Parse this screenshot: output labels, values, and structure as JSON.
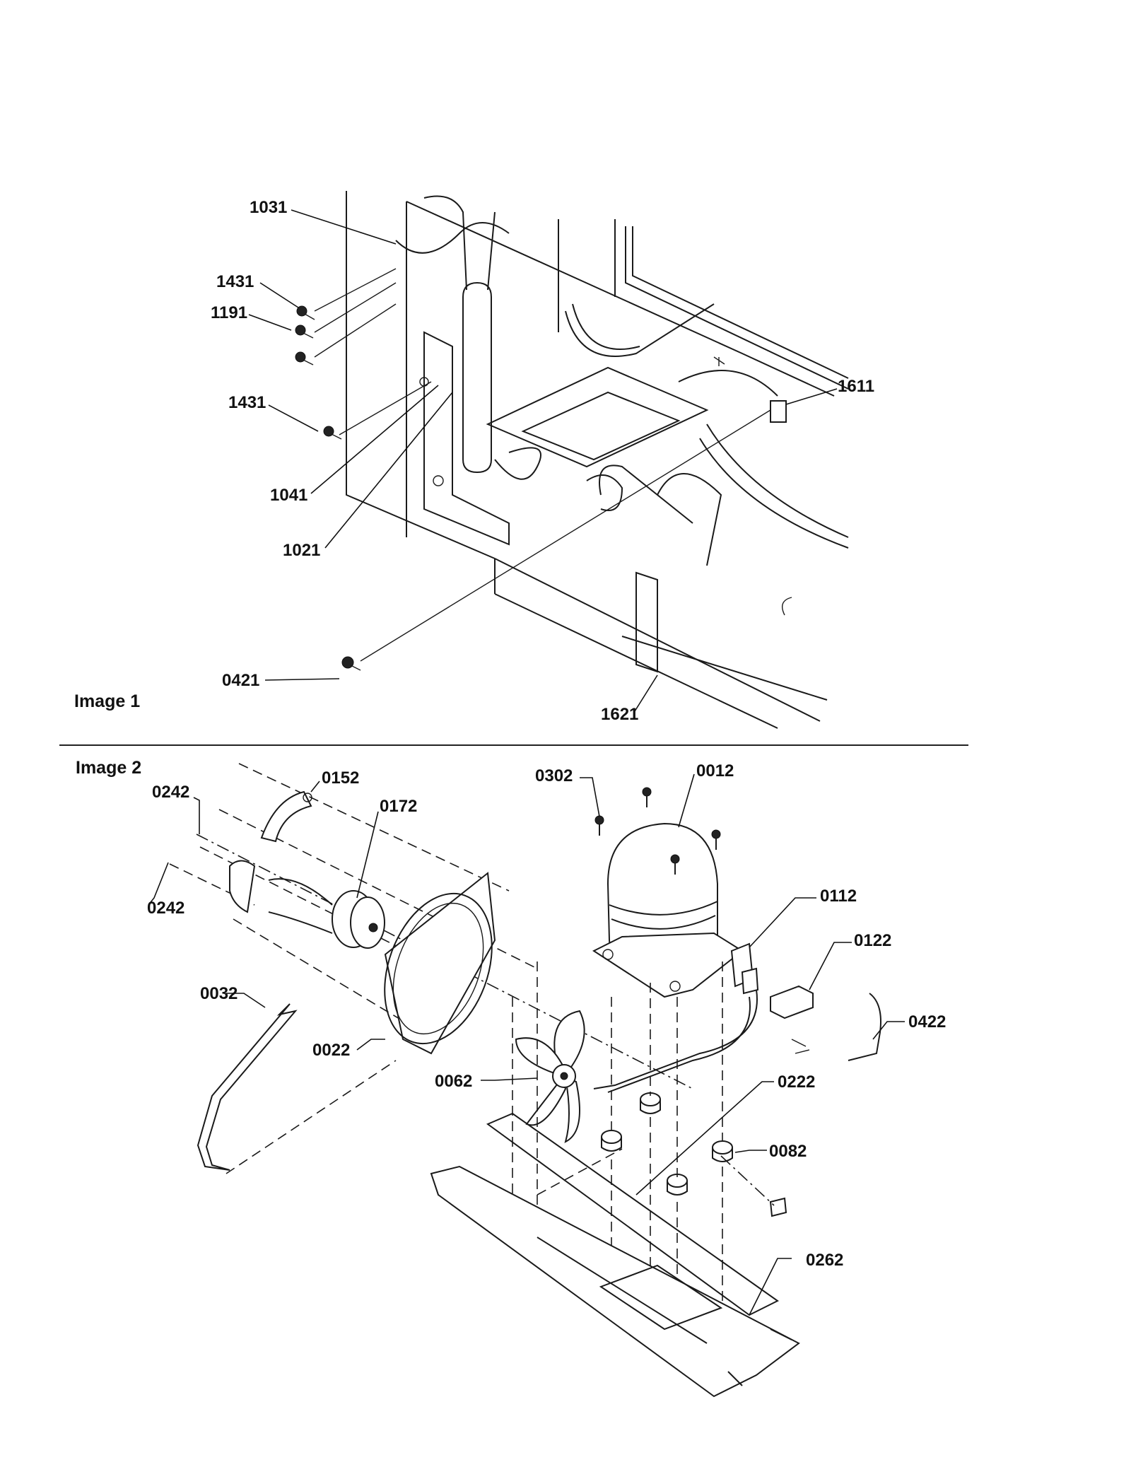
{
  "panels": [
    {
      "id": "image1",
      "title": "Image 1"
    },
    {
      "id": "image2",
      "title": "Image 2"
    }
  ],
  "callouts": {
    "image1": [
      "1031",
      "1431",
      "1191",
      "1431",
      "1611",
      "1041",
      "1021",
      "0421",
      "1621"
    ],
    "image2": [
      "0152",
      "0242",
      "0172",
      "0242",
      "0302",
      "0012",
      "0112",
      "0122",
      "0032",
      "0422",
      "0022",
      "0062",
      "0222",
      "0082",
      "0262"
    ]
  },
  "colors": {
    "ink": "#1a1a1a",
    "paper": "#ffffff"
  }
}
